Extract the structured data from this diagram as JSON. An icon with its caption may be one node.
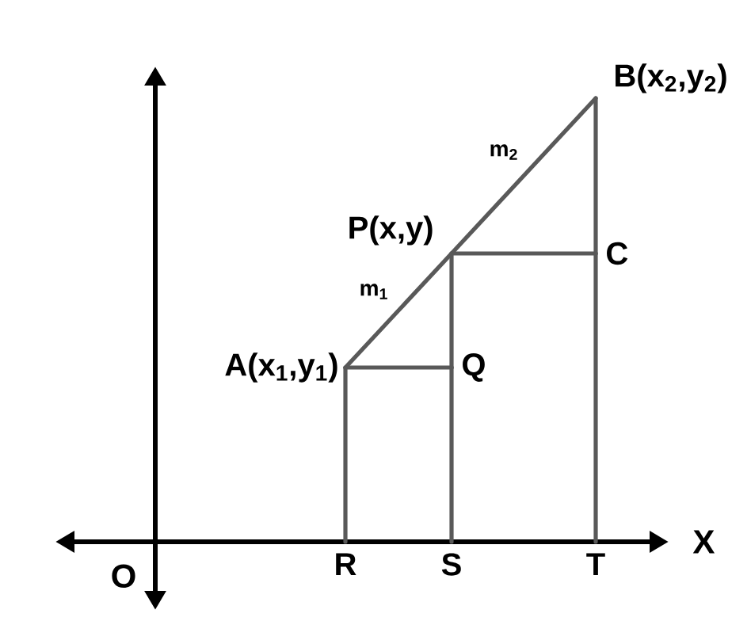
{
  "diagram": {
    "nodes": [
      {
        "text": [
          "A(x$_{1}$,y$_{1}$)"
        ]
      },
      {
        "text": [
          "P(x,y)"
        ]
      },
      {
        "text": [
          "B(x$_{2}$,y$_{2}$)"
        ]
      },
      {
        "text": [
          "Q"
        ]
      },
      {
        "text": [
          "C"
        ]
      },
      {
        "text": [
          "R"
        ]
      },
      {
        "text": [
          "S"
        ]
      },
      {
        "text": [
          "T"
        ]
      }
    ],
    "edges": [
      {
        "from": 0,
        "to": 1,
        "arrow": "none",
        "label": "m$_{1}$"
      },
      {
        "from": 1,
        "to": 2,
        "arrow": "none",
        "label": "m$_{2}$"
      },
      {
        "from": 0,
        "to": 3,
        "arrow": "none"
      },
      {
        "from": 1,
        "to": 4,
        "arrow": "none"
      },
      {
        "from": 0,
        "to": 5,
        "arrow": "none"
      },
      {
        "from": 1,
        "to": 3,
        "arrow": "none"
      },
      {
        "from": 3,
        "to": 6,
        "arrow": "none"
      },
      {
        "from": 2,
        "to": 4,
        "arrow": "none"
      },
      {
        "from": 4,
        "to": 7,
        "arrow": "none"
      }
    ],
    "labels": [
      "O",
      "X"
    ]
  }
}
